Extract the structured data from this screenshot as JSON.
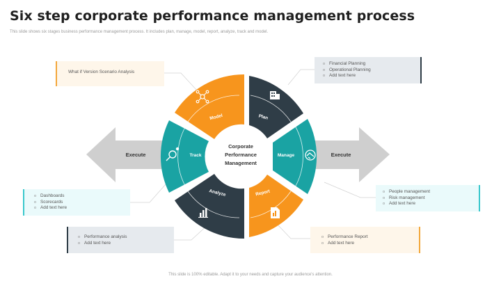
{
  "slide": {
    "title": "Six step corporate performance management process",
    "subtitle": "This slide shows six stages business performance management process. It includes plan, manage, model, report, analyze, track and model.",
    "footer": "This slide is 100% editable. Adapt it to your needs and capture your audience's attention."
  },
  "center": {
    "line1": "Corporate",
    "line2": "Performance",
    "line3": "Management"
  },
  "arrows": {
    "left": "Execute",
    "right": "Execute"
  },
  "segments": {
    "model": "Model",
    "plan": "Plan",
    "manage": "Manage",
    "report": "Report",
    "analyze": "Analyze",
    "track": "Track"
  },
  "boxes": {
    "model": [
      "What if Version Scenario Analysis"
    ],
    "plan": [
      "Financial Planning",
      "Operational Planning",
      "Add text here"
    ],
    "track": [
      "Dashboards",
      "Scorecards",
      "Add text here"
    ],
    "manage": [
      "People management",
      "Risk management",
      "Add text here"
    ],
    "analyze": [
      "Performance analysis",
      "Add text here"
    ],
    "report": [
      "Performance Report",
      "Add text here"
    ]
  },
  "colors": {
    "orange": "#f7951d",
    "dark": "#2f3d47",
    "teal": "#1aa3a3",
    "arrow": "#cfcfcf"
  }
}
